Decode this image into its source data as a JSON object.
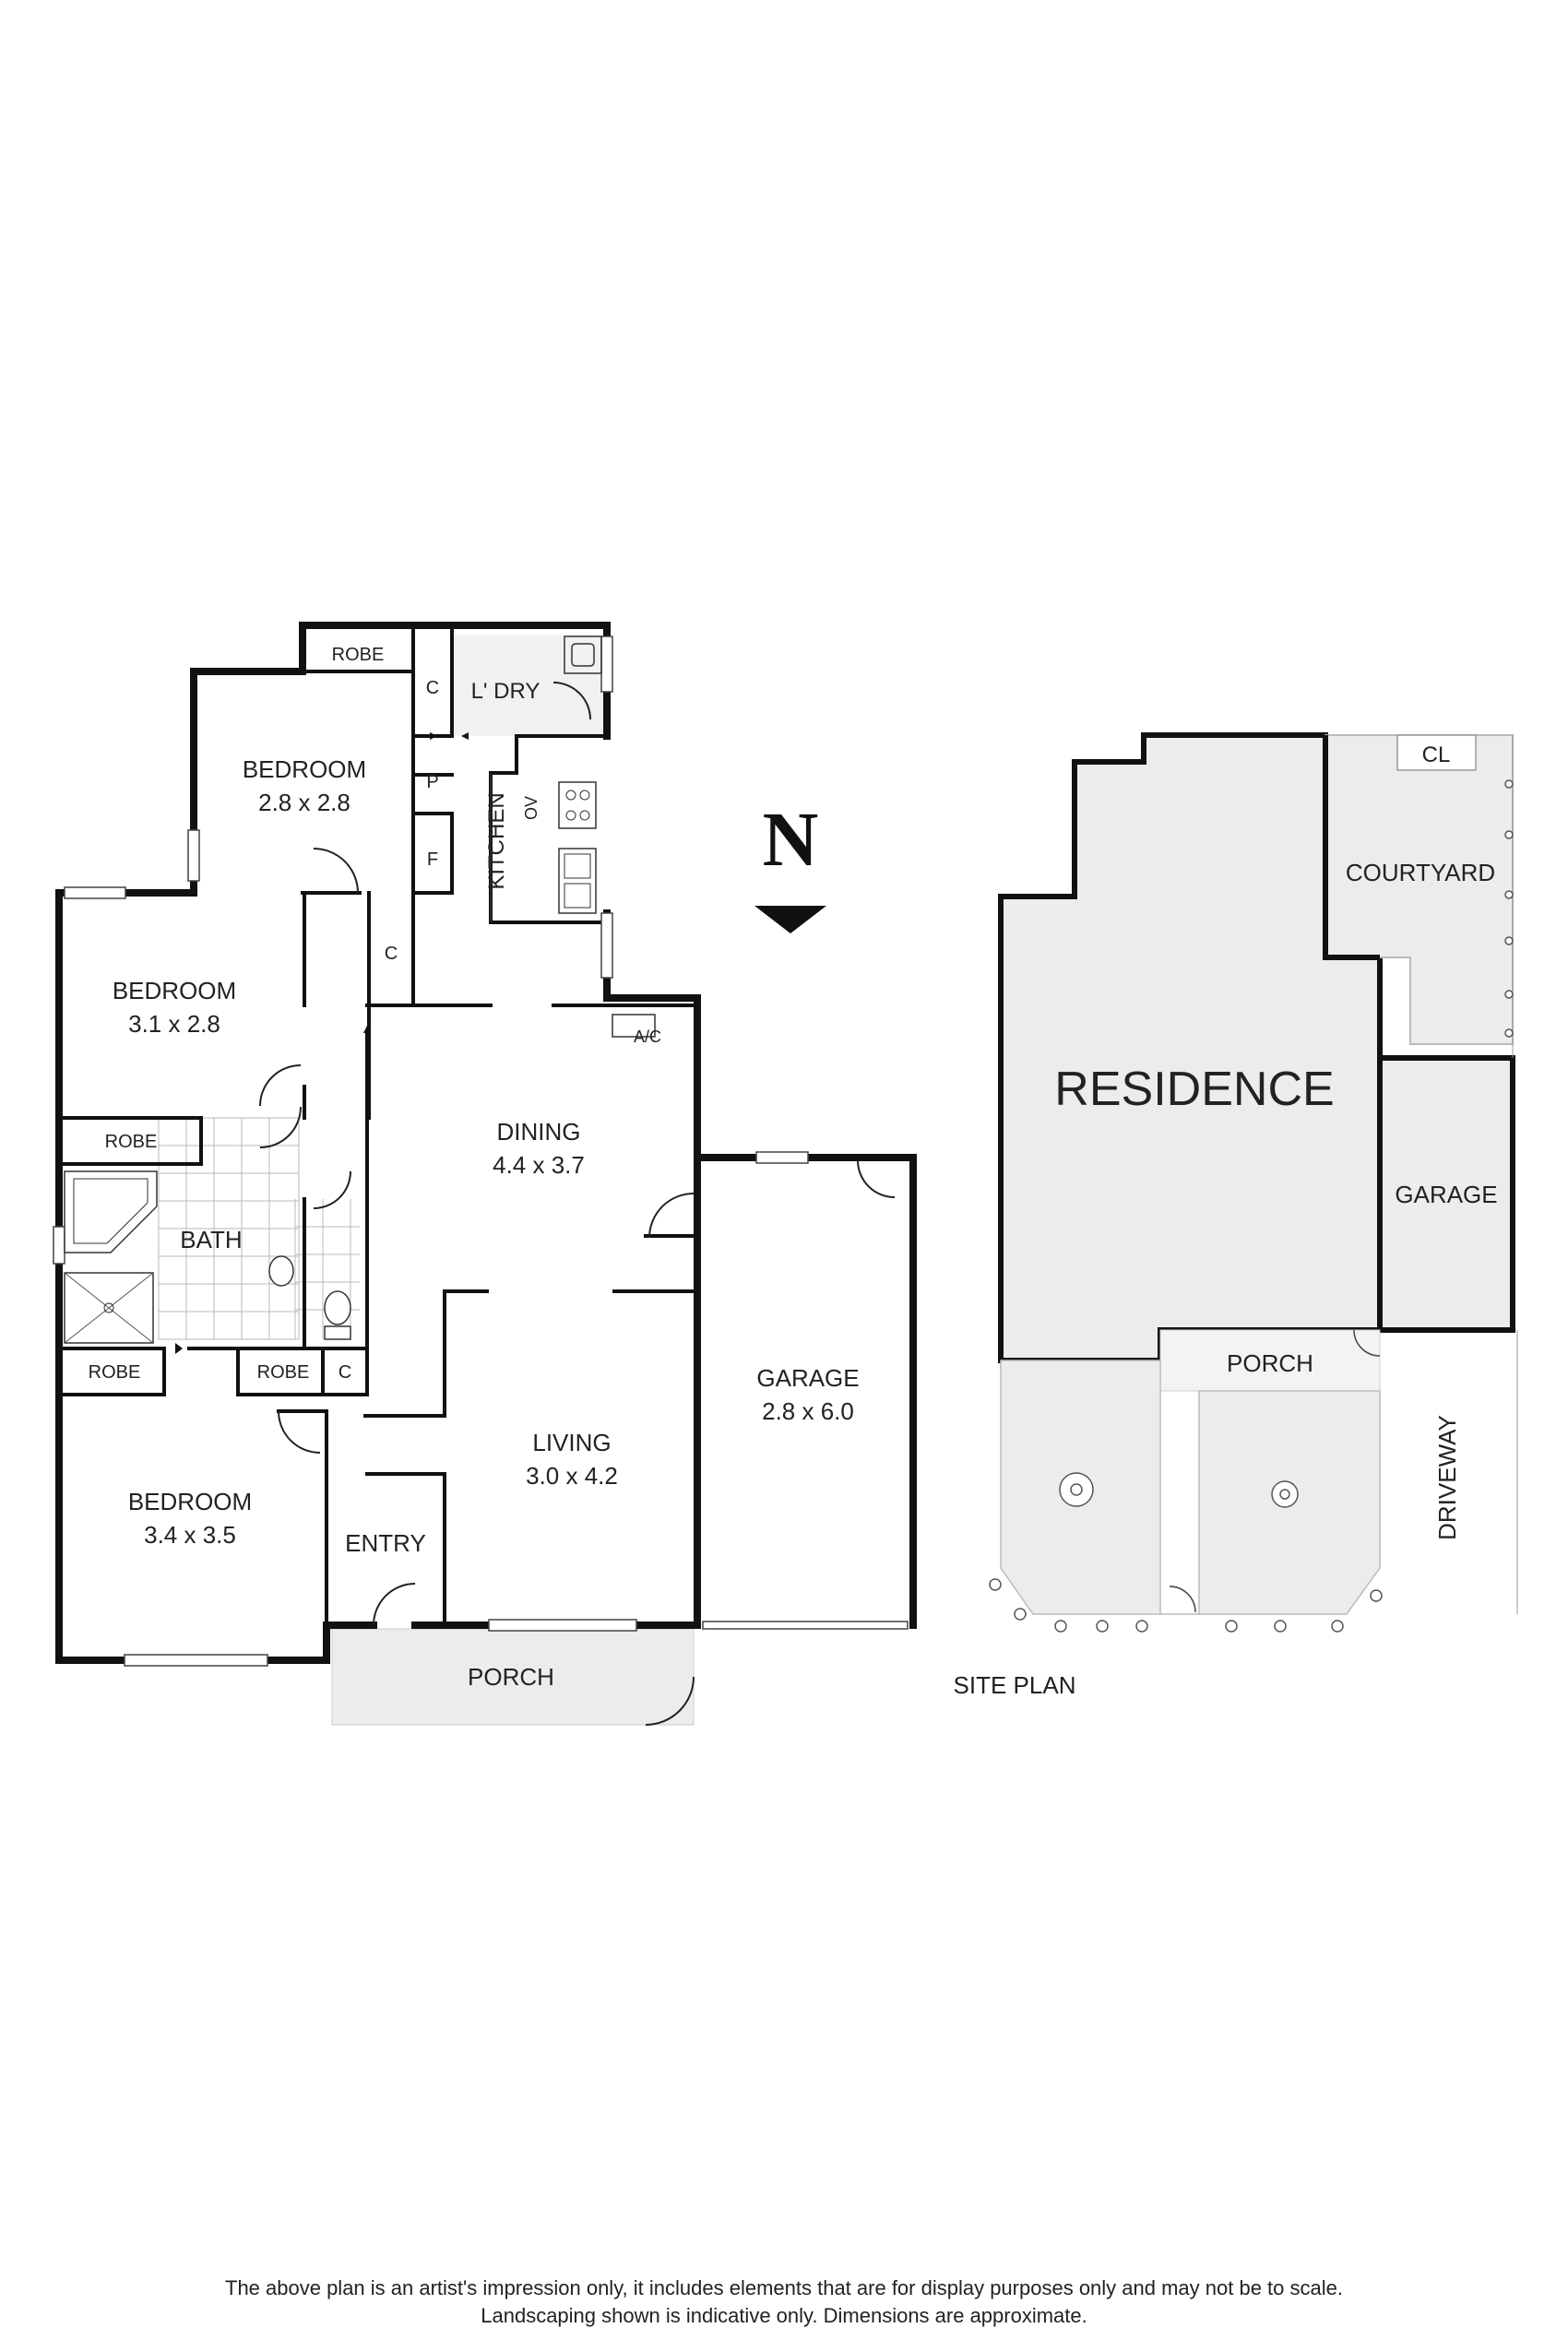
{
  "north": {
    "letter": "N"
  },
  "floor_plan": {
    "rooms": {
      "bedroom1": {
        "name": "BEDROOM",
        "dims": "2.8 x 2.8"
      },
      "bedroom2": {
        "name": "BEDROOM",
        "dims": "3.1 x 2.8"
      },
      "bedroom3": {
        "name": "BEDROOM",
        "dims": "3.4 x 3.5"
      },
      "dining": {
        "name": "DINING",
        "dims": "4.4 x 3.7"
      },
      "living": {
        "name": "LIVING",
        "dims": "3.0 x 4.2"
      },
      "garage": {
        "name": "GARAGE",
        "dims": "2.8 x 6.0"
      },
      "bath": {
        "name": "BATH"
      },
      "kitchen": {
        "name": "KITCHEN"
      },
      "laundry": {
        "name": "L' DRY"
      },
      "entry": {
        "name": "ENTRY"
      },
      "porch": {
        "name": "PORCH"
      }
    },
    "labels": {
      "robe_top": "ROBE",
      "robe_mid": "ROBE",
      "robe_bl": "ROBE",
      "robe_br": "ROBE",
      "c1": "C",
      "c2": "C",
      "c3": "C",
      "pantry": "P",
      "fridge": "F",
      "oven": "OV",
      "ac": "A/C"
    }
  },
  "site_plan": {
    "title": "SITE PLAN",
    "residence": "RESIDENCE",
    "courtyard": "COURTYARD",
    "cl": "CL",
    "garage": "GARAGE",
    "porch": "PORCH",
    "driveway": "DRIVEWAY"
  },
  "disclaimer": {
    "line1": "The above plan is an artist's impression only, it includes elements that are for display purposes only and may not be to scale.",
    "line2": "Landscaping shown is indicative only. Dimensions are approximate."
  },
  "colors": {
    "wall": "#111111",
    "shade": "#ececec",
    "tile": "#b9b9b9",
    "text": "#222222"
  }
}
